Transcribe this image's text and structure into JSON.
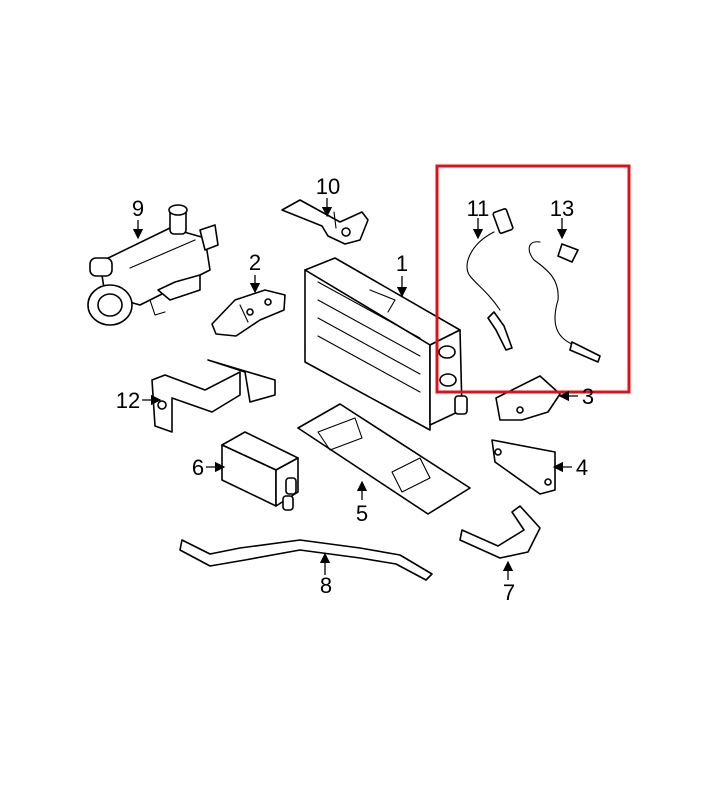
{
  "diagram": {
    "callouts": {
      "c1": "1",
      "c2": "2",
      "c3": "3",
      "c4": "4",
      "c5": "5",
      "c6": "6",
      "c7": "7",
      "c8": "8",
      "c9": "9",
      "c10": "10",
      "c11": "11",
      "c12": "12",
      "c13": "13"
    },
    "highlight_color": "#e0101a",
    "line_color": "#000000",
    "background": "#ffffff"
  }
}
